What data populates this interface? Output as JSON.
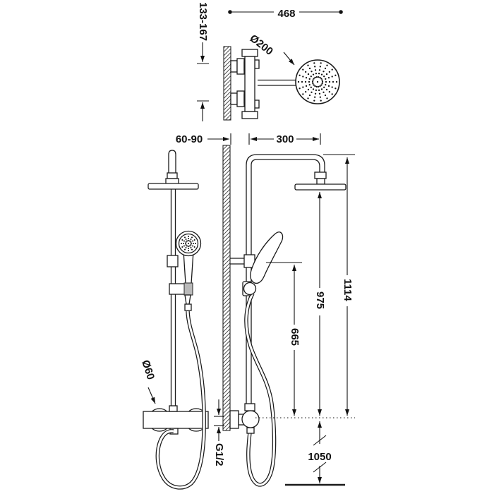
{
  "drawing_title": "shower-column-technical-drawing",
  "colors": {
    "line": "#1a1a1a",
    "text": "#111111",
    "holder_shade": "#b9b9b9",
    "background": "#ffffff"
  },
  "top_view": {
    "overall_depth": "468",
    "inlet_spacing": "133-167",
    "head_diameter": "Ø200"
  },
  "front_view": {
    "knob_diameter": "Ø60"
  },
  "side_view": {
    "wall_offset": "60-90",
    "arm_reach": "300",
    "total_height": "1114",
    "head_height": "975",
    "bracket_height": "665",
    "wall_connection_thread": "G1/2",
    "install_height": "1050"
  }
}
